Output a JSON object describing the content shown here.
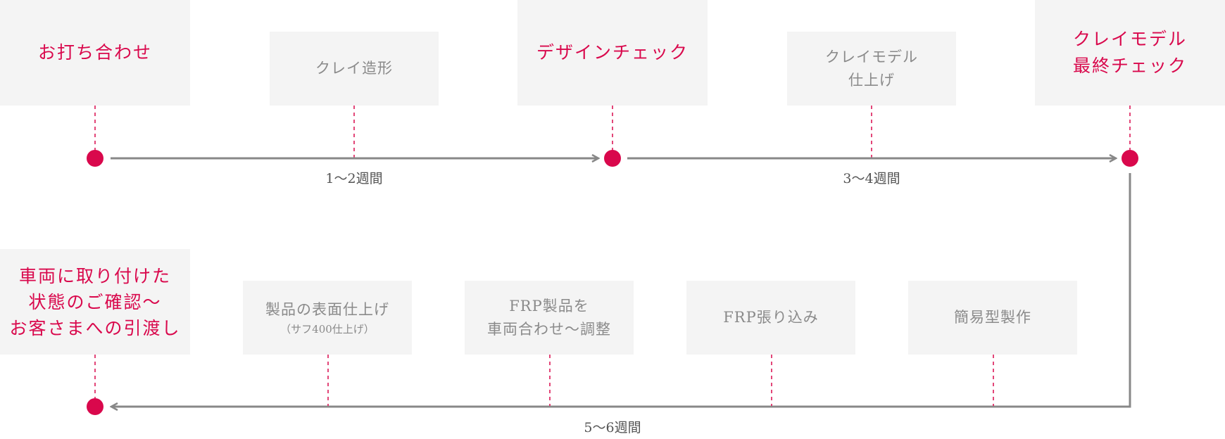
{
  "colors": {
    "accent": "#d9084c",
    "box_bg": "#f4f4f4",
    "minor_text": "#8a8a8a",
    "arrow": "#888888"
  },
  "row1": {
    "steps": [
      {
        "lines": [
          "お打ち合わせ"
        ],
        "type": "major"
      },
      {
        "lines": [
          "クレイ造形"
        ],
        "type": "minor"
      },
      {
        "lines": [
          "デザインチェック"
        ],
        "type": "major"
      },
      {
        "lines": [
          "クレイモデル",
          "仕上げ"
        ],
        "type": "minor"
      },
      {
        "lines": [
          "クレイモデル",
          "最終チェック"
        ],
        "type": "major"
      }
    ],
    "durations": [
      "1〜2週間",
      "3〜4週間"
    ]
  },
  "row2": {
    "steps": [
      {
        "lines": [
          "車両に取り付けた",
          "状態のご確認〜",
          "お客さまへの引渡し"
        ],
        "type": "major"
      },
      {
        "lines": [
          "製品の表面仕上げ"
        ],
        "sub": "（サフ400仕上げ）",
        "type": "minor"
      },
      {
        "lines": [
          "FRP製品を",
          "車両合わせ〜調整"
        ],
        "type": "minor"
      },
      {
        "lines": [
          "FRP張り込み"
        ],
        "type": "minor"
      },
      {
        "lines": [
          "簡易型製作"
        ],
        "type": "minor"
      }
    ],
    "duration": "5〜6週間"
  }
}
